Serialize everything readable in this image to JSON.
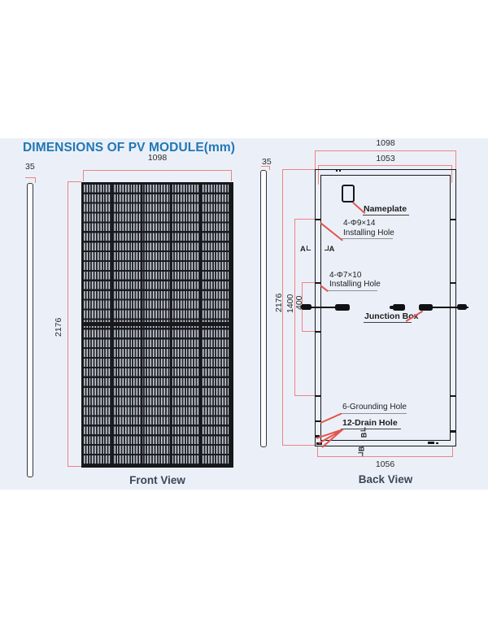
{
  "title": "DIMENSIONS OF PV MODULE(mm)",
  "colors": {
    "panel_bg": "#ebf0f8",
    "title": "#2277b5",
    "dimension": "#ee8383",
    "leader": "#e4544c",
    "line": "#17181c",
    "caption": "#3c4657"
  },
  "front_view": {
    "caption": "Front View",
    "width": "1098",
    "height": "2176",
    "thickness": "35"
  },
  "back_view": {
    "caption": "Back View",
    "outer_width": "1098",
    "frame_width": "1053",
    "height": "2176",
    "install_hole_span": "1400",
    "lower_hole_span": "400",
    "bottom_width": "1056",
    "thickness": "35",
    "labels": {
      "nameplate": "Nameplate",
      "install_hole_9_size": "4-Φ9×14",
      "install_hole_9_name": "Installing Hole",
      "install_hole_7_size": "4-Φ7×10",
      "install_hole_7_name": "Installing Hole",
      "junction_box": "Junction Box",
      "grounding_hole": "6-Grounding Hole",
      "drain_hole": "12-Drain Hole",
      "section_a": "A",
      "section_b": "B"
    }
  }
}
